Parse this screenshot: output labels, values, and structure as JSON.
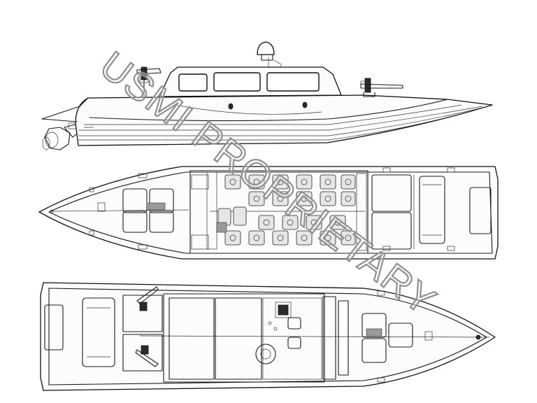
{
  "watermark": {
    "text": "USMI PROPRIETARY"
  },
  "views": [
    {
      "id": "side-profile"
    },
    {
      "id": "top-deck-plan"
    },
    {
      "id": "top-roof-plan"
    }
  ],
  "colors": {
    "line": "#1a1a1a",
    "watermark": "#8f8f8f",
    "background": "#ffffff"
  }
}
